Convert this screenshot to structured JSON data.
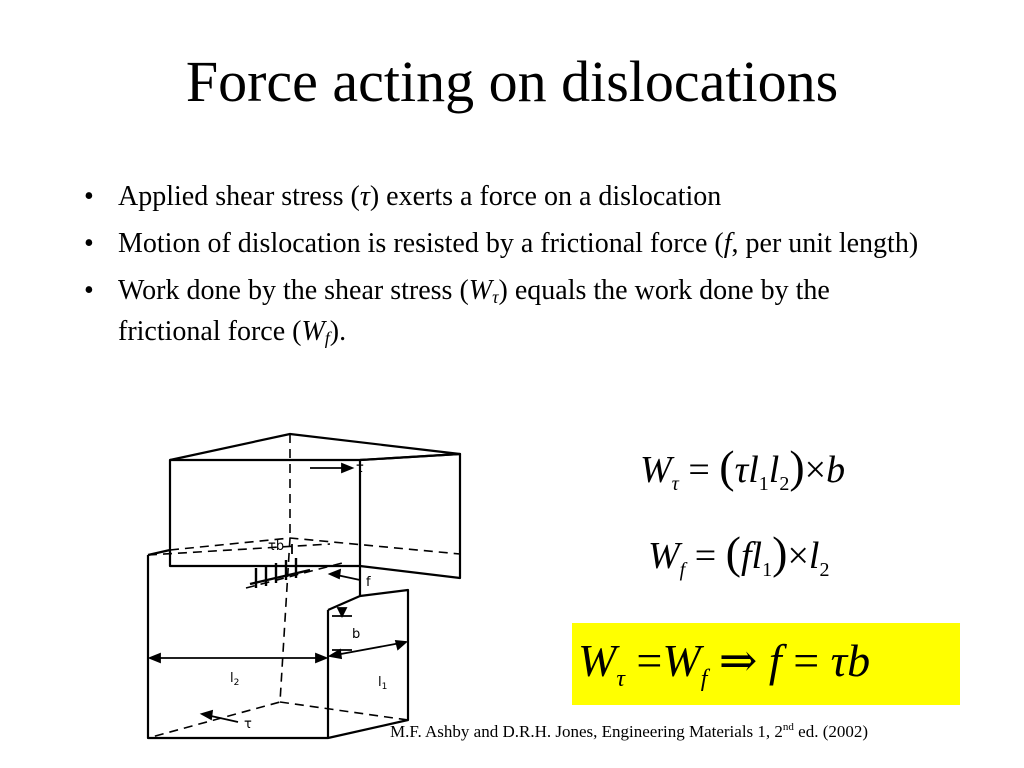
{
  "title": "Force acting on dislocations",
  "bullets": {
    "b1": {
      "a": "Applied shear stress (",
      "sym": "τ",
      "c": ") exerts a force on a dislocation"
    },
    "b2": {
      "a": "Motion of dislocation is resisted by a frictional force (",
      "sym": "f",
      "c": ", per unit length)"
    },
    "b3": {
      "a": "Work done by the shear stress (",
      "sym": "W",
      "sub": "τ",
      "c": ") equals the work done by the frictional force (",
      "sym2": "W",
      "sub2": "f",
      "d": ")."
    }
  },
  "diagram": {
    "label_tau_top": "τ",
    "label_tau_b": "τb",
    "label_f": "f",
    "label_b": "b",
    "label_l1": "l",
    "label_l1_sub": "1",
    "label_l2": "l",
    "label_l2_sub": "2",
    "label_tau_bottom": "τ"
  },
  "equations": {
    "eq1": {
      "lhs": "W",
      "lhs_sub": "τ",
      "eq": "=",
      "open": "(",
      "t1": "τ",
      "l": "l",
      "s1": "1",
      "l2": "l",
      "s2": "2",
      "close": ")",
      "times": "×",
      "b": "b"
    },
    "eq2": {
      "lhs": "W",
      "lhs_sub": "f",
      "eq": "=",
      "open": "(",
      "f": "f",
      "l": "l",
      "s1": "1",
      "close": ")",
      "times": "×",
      "l2": "l",
      "s2": "2"
    },
    "eq3": {
      "w1": "W",
      "s1": "τ",
      "eq1": "=",
      "w2": "W",
      "s2": "f",
      "implies": "⇒",
      "f": "f",
      "eq2": "=",
      "rhs": "τb"
    }
  },
  "reference": {
    "text": "M.F. Ashby and D.R.H. Jones, Engineering Materials 1, 2",
    "sup": "nd",
    "end": " ed. (2002)"
  },
  "colors": {
    "highlight": "#ffff00"
  }
}
